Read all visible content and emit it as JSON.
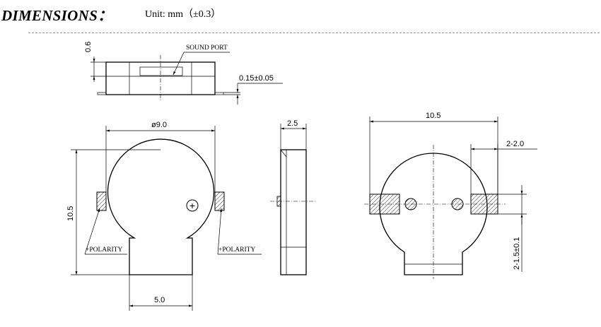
{
  "header": {
    "title": "DIMENSIONS：",
    "unit": "Unit: mm（±0.3）"
  },
  "top_view": {
    "height_dim": "0.6",
    "callout": "SOUND PORT",
    "thickness_dim": "0.15±0.05"
  },
  "front_view": {
    "diameter_dim": "ø9.0",
    "height_dim": "10.5",
    "width_dim": "5.0",
    "polarity_left": "+POLARITY",
    "polarity_right": "+POLARITY",
    "plus_mark": "+"
  },
  "side_view": {
    "depth_dim": "2.5"
  },
  "bottom_view": {
    "width_dim": "10.5",
    "pad_dim": "2-2.0",
    "pad_height_dim": "2-1.5±0.1"
  }
}
